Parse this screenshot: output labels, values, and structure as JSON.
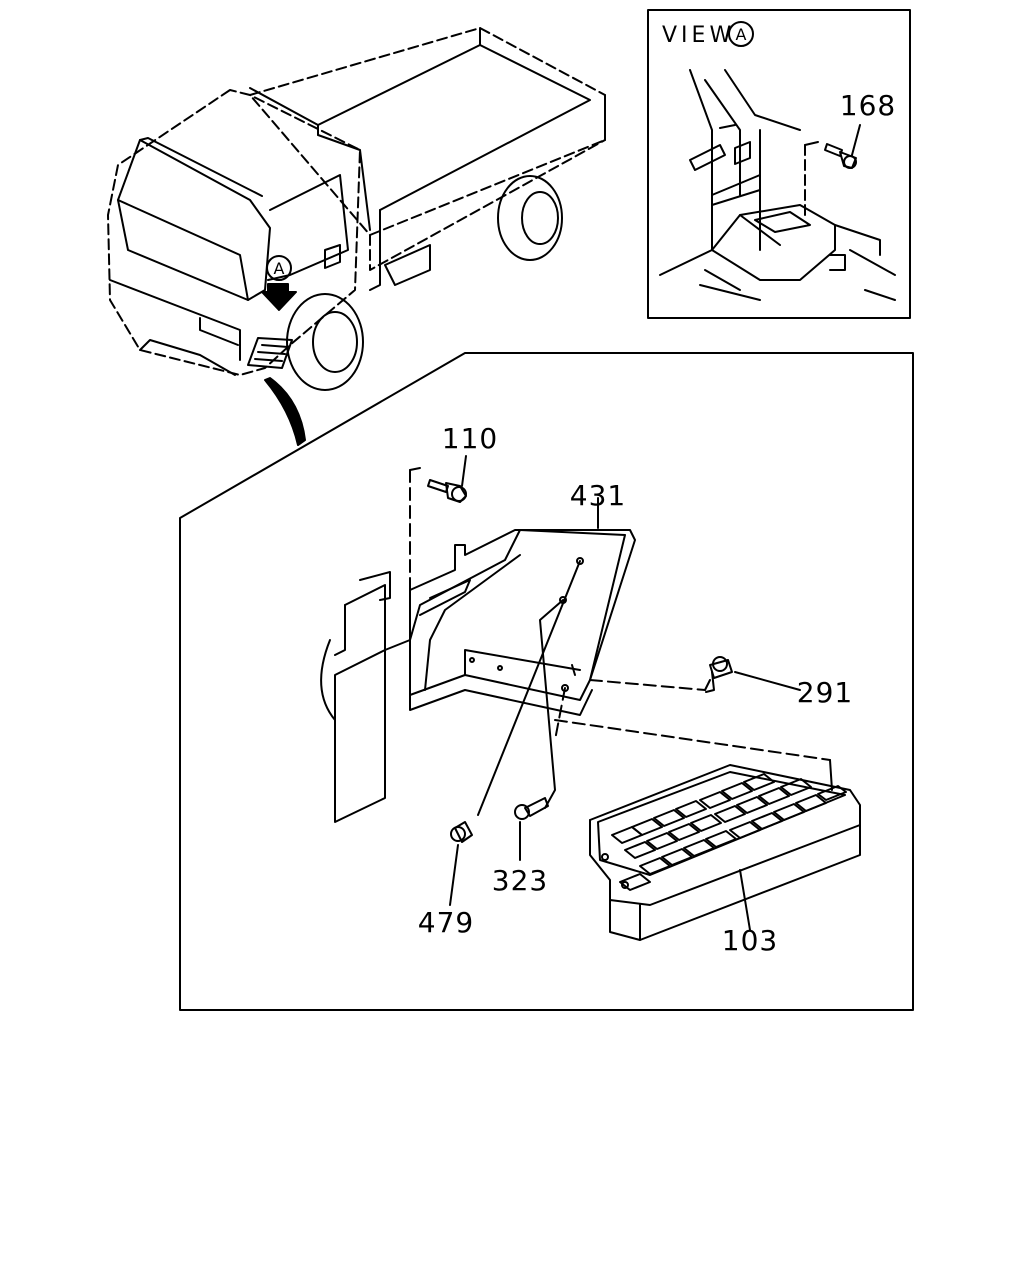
{
  "diagram": {
    "inset": {
      "view_text": "VIEW",
      "view_circle": "A"
    },
    "truck_callout": "A",
    "part_labels": {
      "p168": "168",
      "p110": "110",
      "p431": "431",
      "p291": "291",
      "p323": "323",
      "p479": "479",
      "p103": "103"
    }
  }
}
